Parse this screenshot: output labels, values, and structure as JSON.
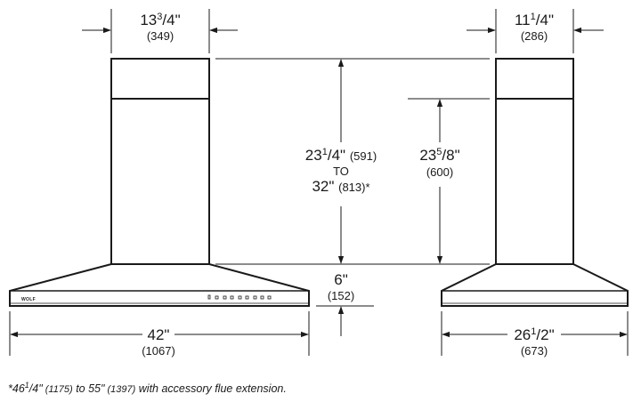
{
  "left_hood": {
    "chimney_width": {
      "whole": "13",
      "num": "3",
      "den": "4",
      "unit": "\"",
      "metric": "(349)"
    },
    "height_range": {
      "min_whole": "23",
      "min_num": "1",
      "min_den": "4",
      "min_unit": "\"",
      "min_metric": "(591)",
      "to": "TO",
      "max": "32\"",
      "max_metric": "(813)*"
    },
    "canopy_height": {
      "value": "6\"",
      "metric": "(152)"
    },
    "width": {
      "value": "42\"",
      "metric": "(1067)"
    },
    "logo": "WOLF"
  },
  "right_hood": {
    "chimney_width": {
      "whole": "11",
      "num": "1",
      "den": "4",
      "unit": "\"",
      "metric": "(286)"
    },
    "height": {
      "whole": "23",
      "num": "5",
      "den": "8",
      "unit": "\"",
      "metric": "(600)"
    },
    "width": {
      "whole": "26",
      "num": "1",
      "den": "2",
      "unit": "\"",
      "metric": "(673)"
    }
  },
  "footnote": {
    "prefix": "*46",
    "num": "1",
    "den": "4",
    "unit": "\"",
    "metric1": " (1175)",
    "middle": " to 55\"",
    "metric2": " (1397)",
    "suffix": " with accessory flue extension."
  }
}
